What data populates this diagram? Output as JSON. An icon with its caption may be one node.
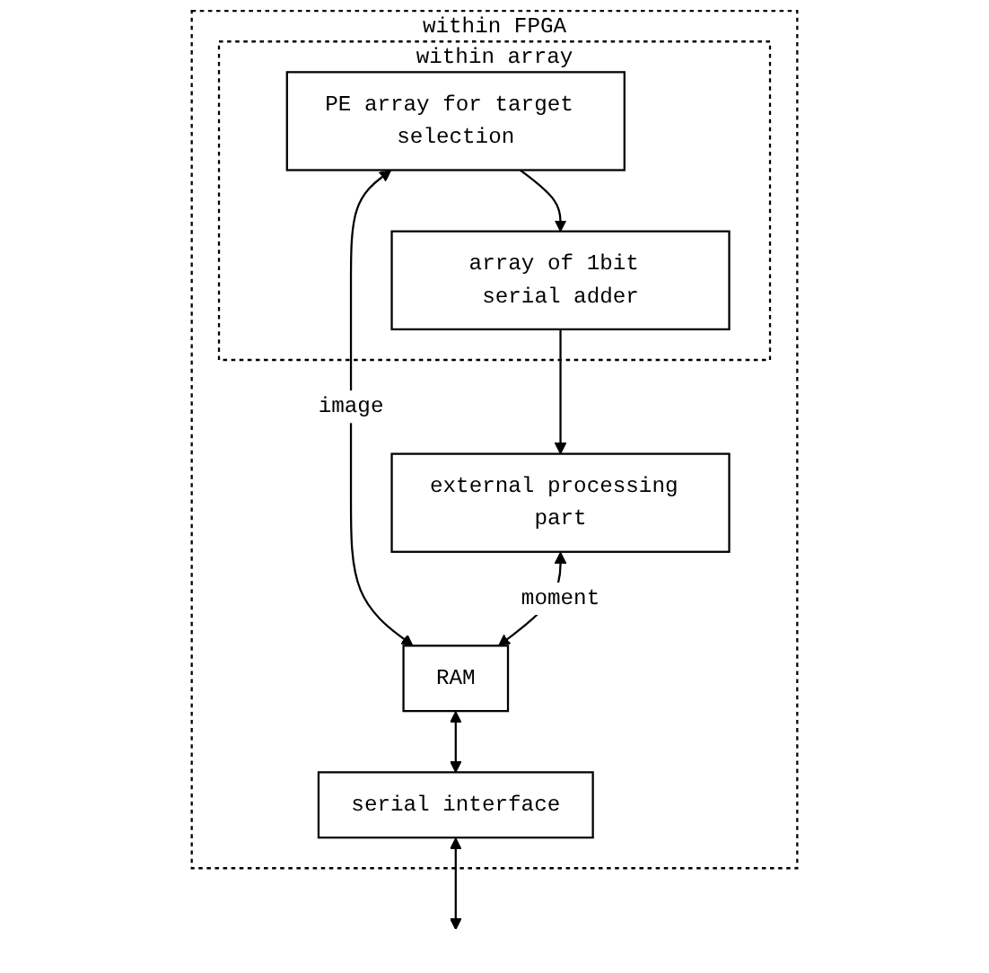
{
  "diagram": {
    "nodes": [
      {
        "text": [
          "within FPGA"
        ]
      },
      {
        "text": [
          "within array"
        ],
        "in": 0
      },
      {
        "text": [
          "PE array for target selection"
        ],
        "in": 1
      },
      {
        "text": [
          "array of 1bit serial adder"
        ],
        "in": 1
      },
      {
        "text": [
          "external processing part"
        ],
        "in": 0
      },
      {
        "text": [
          "RAM"
        ],
        "in": 0
      },
      {
        "text": [
          "serial interface"
        ],
        "in": 0
      }
    ],
    "edges": [
      {
        "from": 2,
        "to": 5,
        "arrow": "both",
        "label": "image"
      },
      {
        "from": 2,
        "to": 3,
        "arrow": "to"
      },
      {
        "from": 3,
        "to": 4,
        "arrow": "to"
      },
      {
        "from": 4,
        "to": 5,
        "arrow": "both",
        "label": "moment"
      },
      {
        "from": 5,
        "to": 6,
        "arrow": "both"
      },
      {
        "from": 6,
        "to": null,
        "arrow": "both"
      }
    ]
  }
}
